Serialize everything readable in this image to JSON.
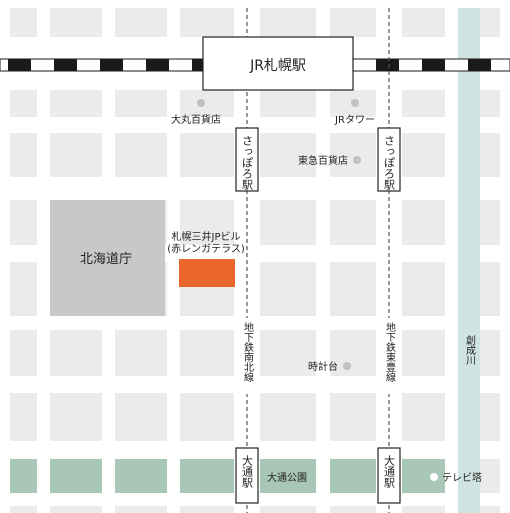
{
  "map": {
    "colors": {
      "background": "#ffffff",
      "block": "#ebebeb",
      "green": "#a9c7b6",
      "river": "#cfe3e0",
      "gov": "#c8c8c8",
      "highlight": "#e8662a",
      "rail_black": "#1a1a1a",
      "line_dash": "#555555",
      "poi_dot": "#c0c0c0",
      "text": "#222222"
    },
    "station_jr": "JR札幌駅",
    "gov_building": "北海道庁",
    "target_building_line1": "札幌三井JPビル",
    "target_building_line2": "(赤レンガテラス)",
    "pois": {
      "daimaru": "大丸百貨店",
      "jr_tower": "JRタワー",
      "tokyu": "東急百貨店",
      "clock_tower": "時計台",
      "tv_tower": "テレビ塔"
    },
    "park": "大通公園",
    "river": "創成川",
    "subway_left": "地下鉄南北線",
    "subway_right": "地下鉄東豊線",
    "station_sapporo": "さっぽろ駅",
    "station_odori": "大通駅"
  }
}
